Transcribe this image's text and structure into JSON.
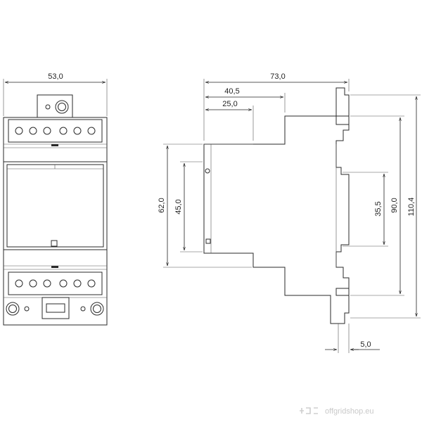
{
  "front_view": {
    "width_label": "53,0"
  },
  "side_view": {
    "depth_label": "73,0",
    "depth_mid_label": "40,5",
    "depth_front_label": "25,0",
    "height_label": "62,0",
    "height_inner_label": "45,0",
    "rail_label": "35,5",
    "height_body_label": "90,0",
    "height_total_label": "110,4",
    "rail_depth_label": "5,0"
  },
  "watermark": {
    "text": "offgridshop.eu",
    "logo_icon": "plug-logo-icon"
  }
}
